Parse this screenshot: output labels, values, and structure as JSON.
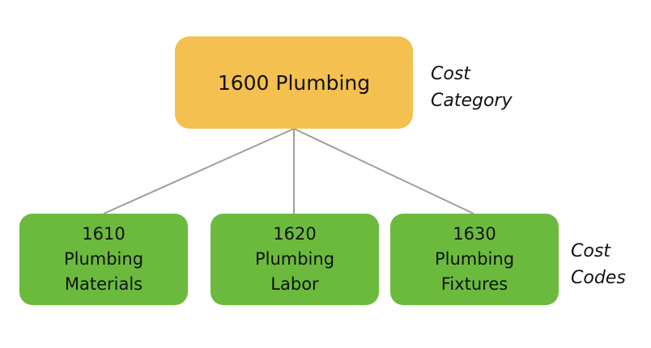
{
  "colors": {
    "category_fill": "#F4C04F",
    "code_fill": "#6BBA3E",
    "connector": "#A09F95",
    "text": "#111111"
  },
  "category": {
    "label": "1600 Plumbing",
    "annotation_line1": "Cost",
    "annotation_line2": "Category"
  },
  "codes": [
    {
      "number": "1610",
      "line2": "Plumbing",
      "line3": "Materials"
    },
    {
      "number": "1620",
      "line2": "Plumbing",
      "line3": "Labor"
    },
    {
      "number": "1630",
      "line2": "Plumbing",
      "line3": "Fixtures"
    }
  ],
  "codes_annotation": {
    "line1": "Cost",
    "line2": "Codes"
  }
}
